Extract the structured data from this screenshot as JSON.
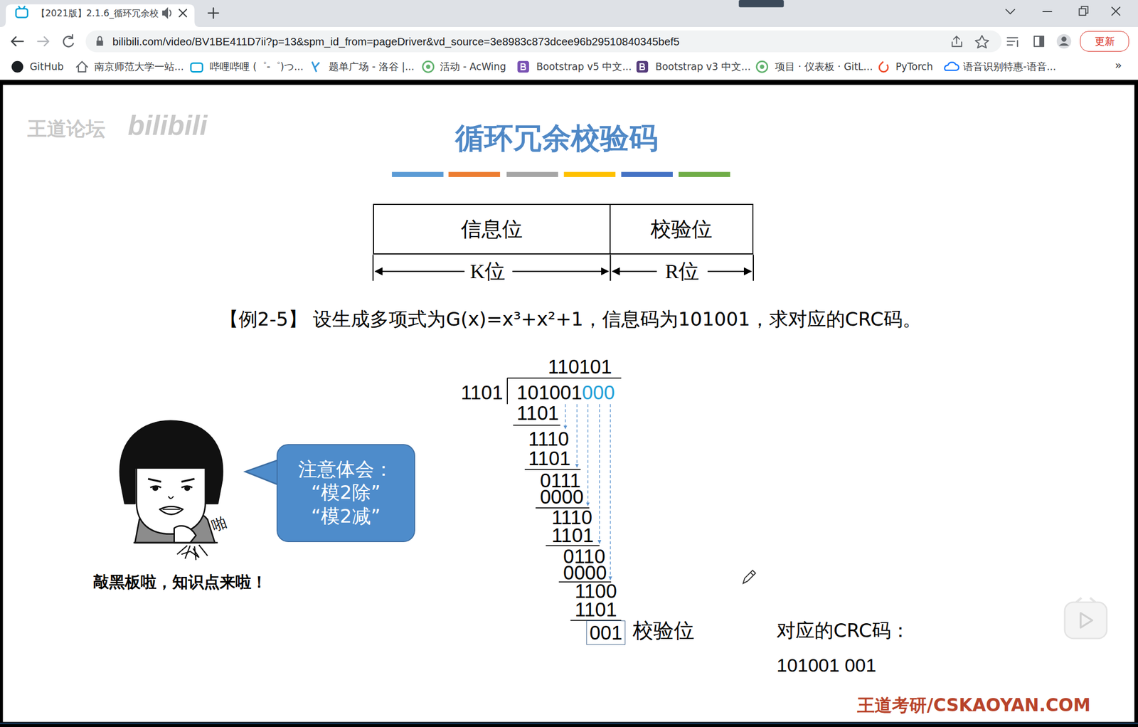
{
  "diagram": {
    "title": "循环冗余校验码",
    "nodes": [
      {
        "text": [
          "更新"
        ]
      },
      {
        "text": [
          "信息位"
        ]
      },
      {
        "text": [
          "校验位"
        ]
      },
      {
        "text": [
          "注意体会： “模2除” “模2减”"
        ]
      },
      {
        "text": [
          "001"
        ]
      }
    ],
    "labels": [
      "【2021版】2.1.6_循环冗余校",
      "bilibili.com/video/BV1BE411D7ii?p=13&spm_id_from=pageDriver&vd_source=3e8983c873dcee96b29510840345bef5",
      "GitHub",
      "南京师范大学一站...",
      "哔哩哔哩 (゜-゜)つ...",
      "题单广场 - 洛谷 |...",
      "活动 - AcWing",
      "Bootstrap v5 中文...",
      "Bootstrap v3 中文...",
      "项目 · 仪表板 · GitL...",
      "PyTorch",
      "语音识别特惠-语音...",
      "»",
      "王道论坛",
      "bilibili",
      "K位",
      "R位",
      "【例2-5】 设生成多项式为G(x)=x³+x²+1，信息码为101001，求对应的CRC码。",
      "110101",
      "1101",
      "101001",
      "000",
      "1101",
      "1110",
      "1101",
      "0111",
      "0000",
      "1110",
      "1101",
      "0110",
      "0000",
      "1100",
      "1101",
      "校验位",
      "啪",
      "敲黑板啦，知识点来啦！",
      "对应的CRC码：",
      "101001 001",
      "王道考研/CSKAOYAN.COM"
    ]
  }
}
